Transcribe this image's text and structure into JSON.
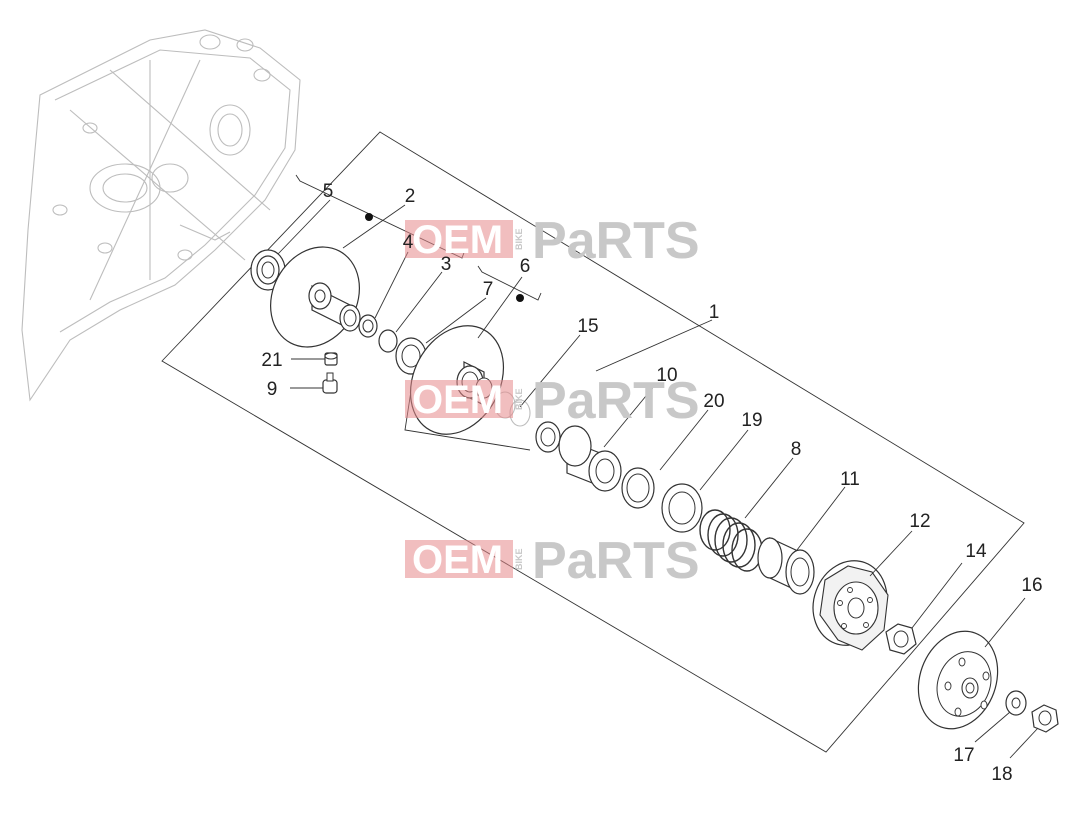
{
  "diagram": {
    "callouts": [
      {
        "id": "c1",
        "text": "1"
      },
      {
        "id": "c2",
        "text": "2"
      },
      {
        "id": "c3",
        "text": "3"
      },
      {
        "id": "c4",
        "text": "4"
      },
      {
        "id": "c5",
        "text": "5"
      },
      {
        "id": "c6",
        "text": "6"
      },
      {
        "id": "c7",
        "text": "7"
      },
      {
        "id": "c8",
        "text": "8"
      },
      {
        "id": "c9",
        "text": "9"
      },
      {
        "id": "c10",
        "text": "10"
      },
      {
        "id": "c11",
        "text": "11"
      },
      {
        "id": "c12",
        "text": "12"
      },
      {
        "id": "c14",
        "text": "14"
      },
      {
        "id": "c15",
        "text": "15"
      },
      {
        "id": "c16",
        "text": "16"
      },
      {
        "id": "c17",
        "text": "17"
      },
      {
        "id": "c18",
        "text": "18"
      },
      {
        "id": "c19",
        "text": "19"
      },
      {
        "id": "c20",
        "text": "20"
      },
      {
        "id": "c21",
        "text": "21"
      }
    ]
  },
  "watermark": {
    "oem": "OEM",
    "bike": "BIKE",
    "parts": "PaRTS"
  },
  "colors": {
    "line": "#333333",
    "ghost": "#bdbdbd",
    "watermark_red": "#e5898b",
    "watermark_gray": "#c8c8c8"
  }
}
